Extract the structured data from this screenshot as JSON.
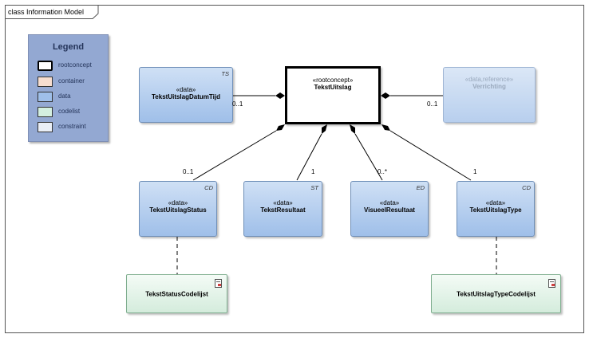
{
  "frame": {
    "title": "class Information Model"
  },
  "legend": {
    "title": "Legend",
    "items": [
      {
        "label": "rootconcept",
        "color": "#ffffff",
        "bold": true
      },
      {
        "label": "container",
        "color": "#f6ddcf"
      },
      {
        "label": "data",
        "color": "#9fbfe9"
      },
      {
        "label": "codelist",
        "color": "#d3efe0"
      },
      {
        "label": "constraint",
        "color": "#e9eef6"
      }
    ]
  },
  "classes": {
    "root": {
      "stereotype": "«rootconcept»",
      "name": "TekstUitslag"
    },
    "datum": {
      "stereotype": "«data»",
      "name": "TekstUitslagDatumTijd",
      "tag": "TS"
    },
    "verrichting": {
      "stereotype": "«data,reference»",
      "name": "Verrichting"
    },
    "status": {
      "stereotype": "«data»",
      "name": "TekstUitslagStatus",
      "tag": "CD"
    },
    "resultaat": {
      "stereotype": "«data»",
      "name": "TekstResultaat",
      "tag": "ST"
    },
    "visueel": {
      "stereotype": "«data»",
      "name": "VisueelResultaat",
      "tag": "ED"
    },
    "type": {
      "stereotype": "«data»",
      "name": "TekstUitslagType",
      "tag": "CD"
    }
  },
  "codelists": {
    "status": {
      "name": "TekstStatusCodelijst"
    },
    "type": {
      "name": "TekstUitslagTypeCodelijst"
    }
  },
  "multiplicities": {
    "datum": "0..1",
    "verrichting": "0..1",
    "status": "0..1",
    "resultaat": "1",
    "visueel": "0..*",
    "type": "1"
  }
}
